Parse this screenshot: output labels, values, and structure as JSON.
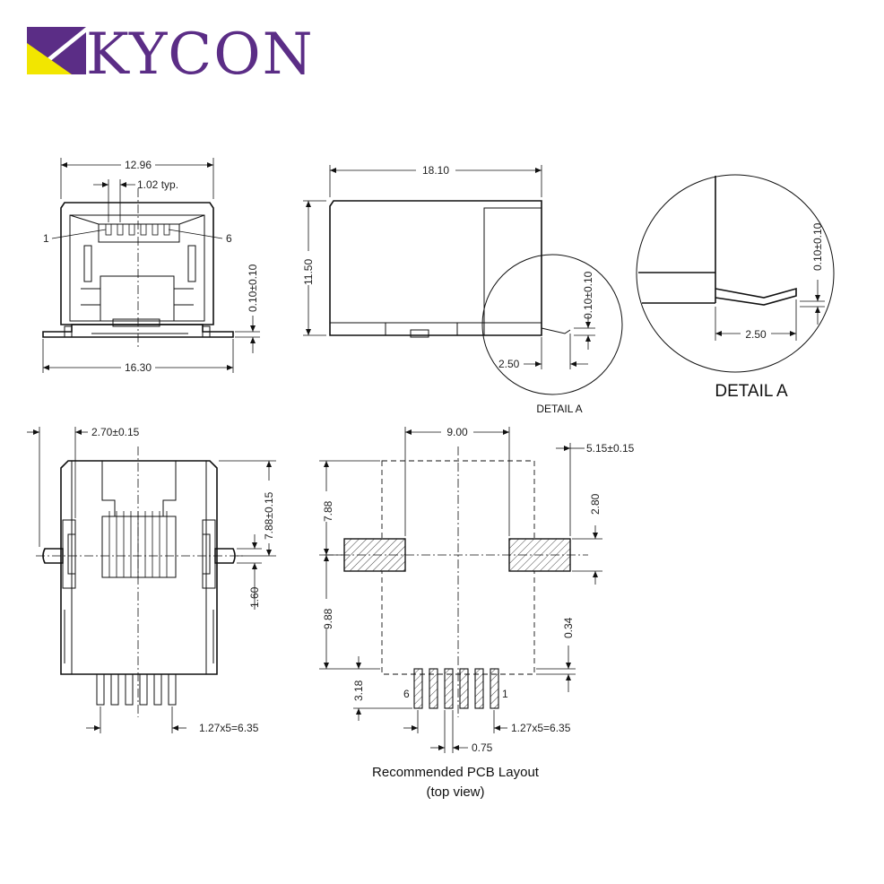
{
  "brand": {
    "name": "KYCON",
    "colors": {
      "purple": "#5b2d86",
      "yellow": "#f2e600"
    }
  },
  "front_view": {
    "dim_width_top": "12.96",
    "dim_pitch": "1.02 typ.",
    "pin_label_left": "1",
    "pin_label_right": "6",
    "dim_coplanarity": "0.10±0.10",
    "dim_width_bottom": "16.30"
  },
  "side_view": {
    "dim_length": "18.10",
    "dim_height": "11.50",
    "dim_coplanarity": "0.10±0.10",
    "dim_lead": "2.50",
    "detail_label": "DETAIL A"
  },
  "detail_a": {
    "title": "DETAIL A",
    "dim_coplanarity": "0.10±0.10",
    "dim_lead": "2.50"
  },
  "top_view": {
    "dim_post_offset": "2.70±0.15",
    "dim_post_pos": "7.88±0.15",
    "dim_post_dia": "1.60",
    "dim_pin_pitch": "1.27x5=6.35"
  },
  "pcb_layout": {
    "dim_pad_spacing": "9.00",
    "dim_pad_height": "5.15±0.15",
    "dim_pad_width": "2.80",
    "dim_upper": "7.88",
    "dim_lower": "9.88",
    "dim_edge": "0.34",
    "dim_pin_offset": "3.18",
    "pin_label_left": "6",
    "pin_label_right": "1",
    "dim_pin_pitch": "1.27x5=6.35",
    "dim_pin_width": "0.75",
    "caption_line1": "Recommended PCB Layout",
    "caption_line2": "(top view)"
  }
}
